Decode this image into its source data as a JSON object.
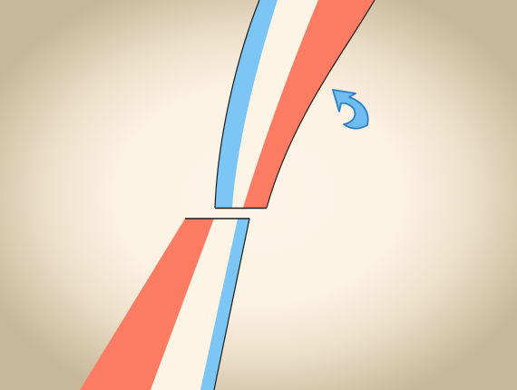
{
  "scene": {
    "colors": {
      "background_center": "#fcf3e4",
      "background_edge": "#c8b89b",
      "stripe_red": "#fb7b63",
      "stripe_cream": "#fdf4e6",
      "stripe_blue": "#7cc6f5",
      "outline": "#1c1c1c",
      "arrow_fill": "#6dbdf2",
      "arrow_outline": "#2f7fc2"
    },
    "upper_piece": {
      "stripes": [
        "blue",
        "cream",
        "red"
      ]
    },
    "lower_piece": {
      "stripes": [
        "red",
        "cream",
        "blue"
      ]
    },
    "rotate_control": {
      "icon": "rotate-counterclockwise-arrow"
    }
  }
}
